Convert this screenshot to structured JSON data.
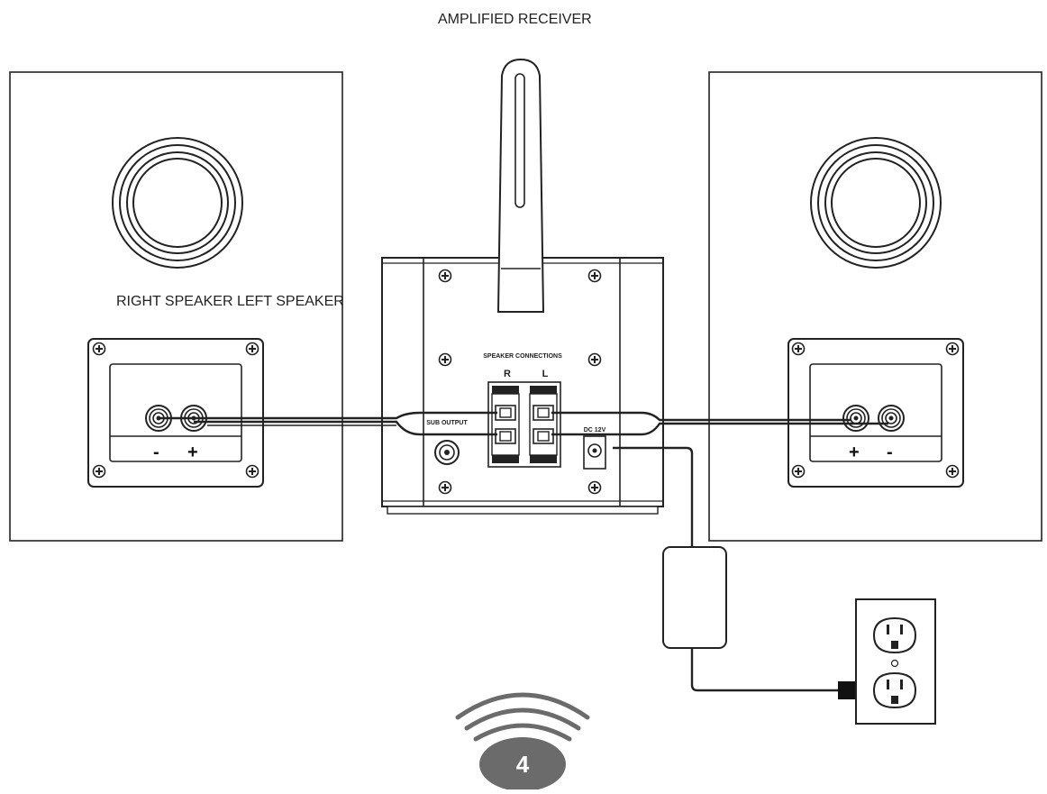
{
  "labels": {
    "amplified_receiver": "AMPLIFIED RECEIVER",
    "speakers": "RIGHT SPEAKER LEFT SPEAKER"
  },
  "receiver": {
    "speaker_connections": "SPEAKER CONNECTIONS",
    "channel_r": "R",
    "channel_l": "L",
    "sub_output": "SUB OUTPUT",
    "dc_input": "DC 12V"
  },
  "right_speaker": {
    "minus": "-",
    "plus": "+"
  },
  "left_speaker": {
    "plus": "+",
    "minus": "-"
  },
  "step": {
    "number": "4"
  },
  "colors": {
    "line": "#222222",
    "badge": "#6b6b6b",
    "background": "#ffffff"
  }
}
